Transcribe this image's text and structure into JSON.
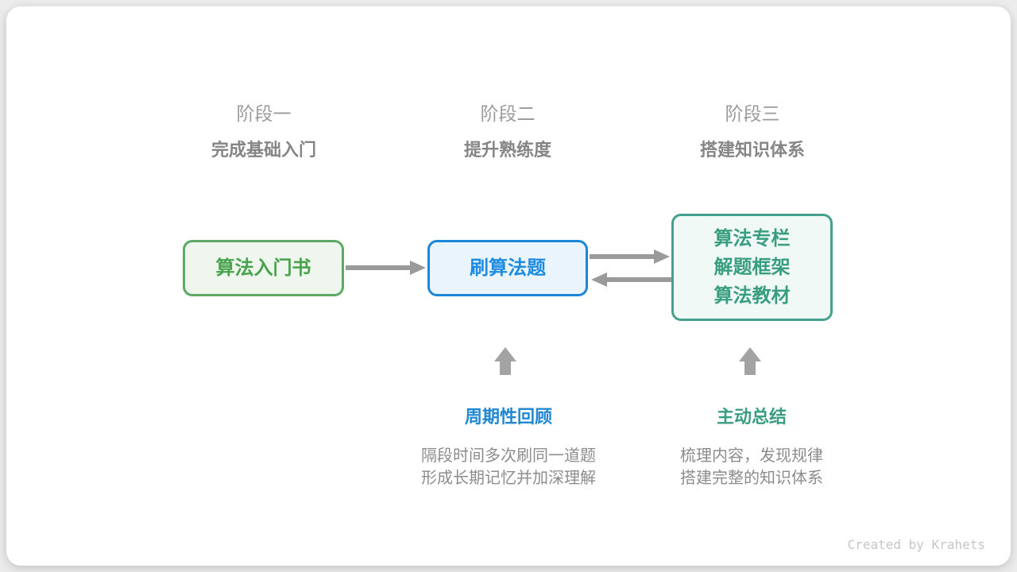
{
  "stages": [
    {
      "label": "阶段一",
      "title": "完成基础入门"
    },
    {
      "label": "阶段二",
      "title": "提升熟练度"
    },
    {
      "label": "阶段三",
      "title": "搭建知识体系"
    }
  ],
  "boxes": [
    {
      "lines": [
        "算法入门书"
      ],
      "color": "#46a24c"
    },
    {
      "lines": [
        "刷算法题"
      ],
      "color": "#1d8ce2"
    },
    {
      "lines": [
        "算法专栏",
        "解题框架",
        "算法教材"
      ],
      "color": "#399e7f"
    }
  ],
  "annotations": [
    {
      "title": "周期性回顾",
      "desc_line1": "隔段时间多次刷同一道题",
      "desc_line2": "形成长期记忆并加深理解",
      "color": "#2087d3"
    },
    {
      "title": "主动总结",
      "desc_line1": "梳理内容，发现规律",
      "desc_line2": "搭建完整的知识体系",
      "color": "#399e7f"
    }
  ],
  "footer": {
    "credit": "Created by Krahets"
  },
  "icons": {
    "flow_arrow_right": "arrow-right",
    "flow_arrow_left": "arrow-left",
    "up_arrow": "arrow-up"
  },
  "colors": {
    "background": "#ececec",
    "card": "#ffffff",
    "stage_label_gray": "#9b9b9b",
    "stage_title_gray": "#858585",
    "desc_gray": "#8c8c8c",
    "arrow_gray": "#9a9a9a",
    "green_border": "#5ea863",
    "green_fill": "#eef6ee",
    "blue_border": "#1c87d8",
    "blue_fill": "#e9f4fd",
    "teal_border": "#46a18c",
    "teal_fill": "#f0f9f5",
    "credit_gray": "#c6c6c6"
  }
}
